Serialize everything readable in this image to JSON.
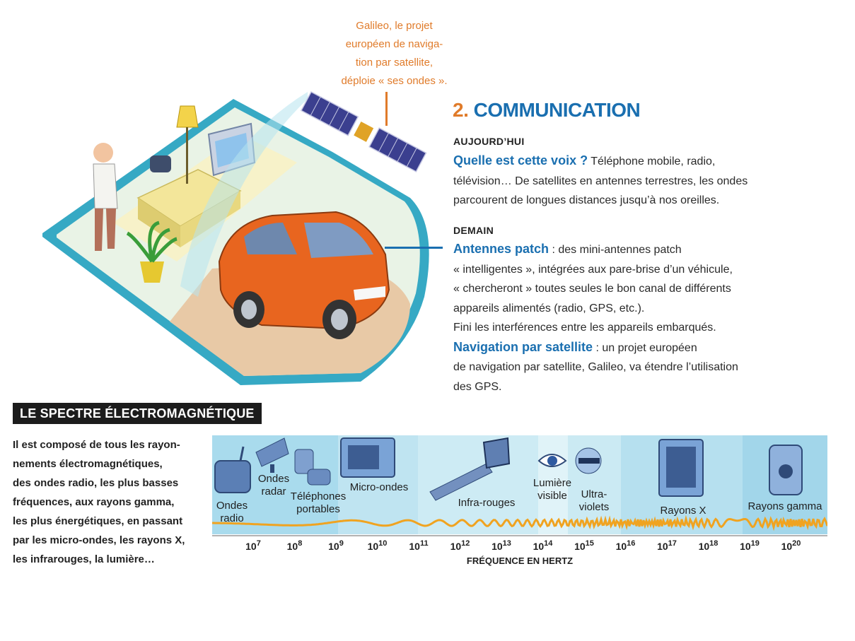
{
  "satellite_caption": [
    "Galileo, le projet",
    "européen de naviga-",
    "tion par satellite,",
    "déploie « ses ondes »."
  ],
  "section": {
    "number": "2.",
    "title": "COMMUNICATION"
  },
  "today": {
    "heading": "AUJOURD’HUI",
    "lead": "Quelle est cette voix ?",
    "lines": [
      " Téléphone mobile, radio,",
      "télévision… De satellites en antennes terrestres, les ondes",
      "parcourent de longues distances jusqu’à nos oreilles."
    ]
  },
  "tomorrow": {
    "heading": "DEMAIN",
    "antennes_lead": "Antennes patch",
    "antennes_lines": [
      " : des mini-antennes patch",
      "« intelligentes », intégrées aux pare-brise d’un véhicule,",
      "« chercheront » toutes seules le bon canal de différents",
      "appareils alimentés (radio, GPS, etc.).",
      "Fini les interférences entre les appareils embarqués."
    ],
    "nav_lead": "Navigation par satellite",
    "nav_lines": [
      " : un projet européen",
      "de navigation par satellite, Galileo, va étendre l’utilisation",
      "des GPS."
    ]
  },
  "spectrum": {
    "title": "LE SPECTRE ÉLECTROMAGNÉTIQUE",
    "description": [
      "Il est composé de tous les rayon-",
      "nements électromagnétiques,",
      "des ondes radio, les plus basses",
      "fréquences, aux rayons gamma,",
      "les plus énergétiques, en passant",
      "par les micro-ondes, les rayons X,",
      "les infrarouges, la lumière…"
    ],
    "axis_label": "FRÉQUENCE EN HERTZ",
    "ticks": [
      {
        "base": "10",
        "exp": "7"
      },
      {
        "base": "10",
        "exp": "8"
      },
      {
        "base": "10",
        "exp": "9"
      },
      {
        "base": "10",
        "exp": "10"
      },
      {
        "base": "10",
        "exp": "11"
      },
      {
        "base": "10",
        "exp": "12"
      },
      {
        "base": "10",
        "exp": "13"
      },
      {
        "base": "10",
        "exp": "14"
      },
      {
        "base": "10",
        "exp": "15"
      },
      {
        "base": "10",
        "exp": "16"
      },
      {
        "base": "10",
        "exp": "17"
      },
      {
        "base": "10",
        "exp": "18"
      },
      {
        "base": "10",
        "exp": "19"
      },
      {
        "base": "10",
        "exp": "20"
      }
    ],
    "bands": [
      {
        "name": "ondes-radio",
        "lines": [
          "Ondes",
          "radio"
        ]
      },
      {
        "name": "ondes-radar",
        "lines": [
          "Ondes",
          "radar"
        ]
      },
      {
        "name": "telephones-portables",
        "lines": [
          "Téléphones",
          "portables"
        ]
      },
      {
        "name": "micro-ondes",
        "lines": [
          "Micro-ondes"
        ]
      },
      {
        "name": "infra-rouges",
        "lines": [
          "Infra-rouges"
        ]
      },
      {
        "name": "lumiere-visible",
        "lines": [
          "Lumière",
          "visible"
        ]
      },
      {
        "name": "ultra-violets",
        "lines": [
          "Ultra-",
          "violets"
        ]
      },
      {
        "name": "rayons-x",
        "lines": [
          "Rayons X"
        ]
      },
      {
        "name": "rayons-gamma",
        "lines": [
          "Rayons gamma"
        ]
      }
    ]
  },
  "colors": {
    "accent_blue": "#1a6fb0",
    "accent_orange": "#e07b2a",
    "car": "#e8651f",
    "platform": "#36a9c4",
    "wave": "#f0a320"
  }
}
